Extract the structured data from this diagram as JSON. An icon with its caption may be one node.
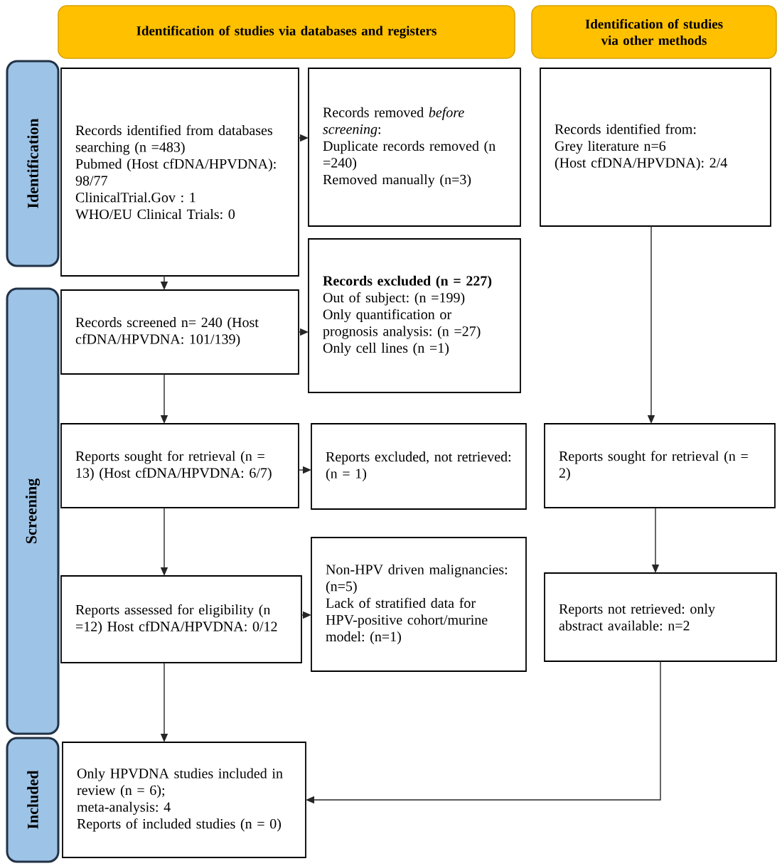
{
  "diagram": {
    "nodes": [
      {
        "text": [
          "Identification of studies via databases and registers"
        ]
      },
      {
        "text": [
          "Identification of studies via other methods"
        ]
      },
      {
        "text": [
          "Identification"
        ]
      },
      {
        "text": [
          "Screening"
        ]
      },
      {
        "text": [
          "Included"
        ]
      },
      {
        "text": [
          "Records identified from databases searching (n =483)",
          "Pubmed (Host cfDNA/HPVDNA): 98/77",
          "ClinicalTrial.Gov : 1",
          "WHO/EU Clinical Trials: 0"
        ]
      },
      {
        "text": [
          "Records removed *before screening*:",
          "Duplicate records removed (n =240)",
          "Removed manually (n=3)"
        ]
      },
      {
        "text": [
          "Records identified from:",
          "Grey literature n=6",
          "(Host cfDNA/HPVDNA): 2/4"
        ]
      },
      {
        "text": [
          "Records screened n= 240 (Host cfDNA/HPVDNA: 101/139)"
        ]
      },
      {
        "text": [
          "Records excluded (n = 227)",
          "Out of subject: (n =199)",
          "Only quantification or prognosis analysis: (n =27)",
          "Only cell lines (n =1)"
        ]
      },
      {
        "text": [
          "Reports sought for retrieval (n = 13) (Host cfDNA/HPVDNA: 6/7)"
        ]
      },
      {
        "text": [
          "Reports excluded, not retrieved:",
          "(n = 1)"
        ]
      },
      {
        "text": [
          "Reports sought for retrieval (n = 2)"
        ]
      },
      {
        "text": [
          "Reports assessed for eligibility (n =12) Host cfDNA/HPVDNA: 0/12"
        ]
      },
      {
        "text": [
          "Non-HPV driven malignancies: (n=5)",
          "Lack of stratified data for HPV-positive cohort/murine model: (n=1)"
        ]
      },
      {
        "text": [
          "Reports not retrieved: only abstract available: n=2"
        ]
      },
      {
        "text": [
          "Only HPVDNA studies included in review (n = 6);",
          "meta-analysis: 4",
          "Reports of included studies (n = 0)"
        ]
      }
    ],
    "edges": [
      {
        "from": 5,
        "to": 6,
        "arrow": "to"
      },
      {
        "from": 5,
        "to": 8,
        "arrow": "to"
      },
      {
        "from": 8,
        "to": 9,
        "arrow": "to"
      },
      {
        "from": 8,
        "to": 10,
        "arrow": "to"
      },
      {
        "from": 10,
        "to": 11,
        "arrow": "to"
      },
      {
        "from": 10,
        "to": 13,
        "arrow": "to"
      },
      {
        "from": 13,
        "to": 14,
        "arrow": "to"
      },
      {
        "from": 13,
        "to": 16,
        "arrow": "to"
      },
      {
        "from": 7,
        "to": 12,
        "arrow": "to"
      },
      {
        "from": 12,
        "to": 15,
        "arrow": "to"
      },
      {
        "from": 15,
        "to": 16,
        "arrow": "to"
      }
    ]
  }
}
